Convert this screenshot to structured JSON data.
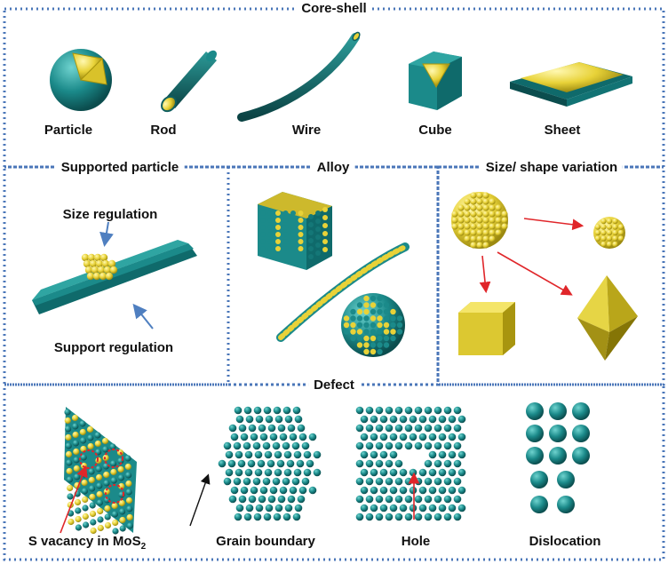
{
  "sections": {
    "core_shell": {
      "title": "Core-shell",
      "items": [
        "Particle",
        "Rod",
        "Wire",
        "Cube",
        "Sheet"
      ]
    },
    "supported_particle": {
      "title": "Supported particle",
      "labels": [
        "Size regulation",
        "Support regulation"
      ]
    },
    "alloy": {
      "title": "Alloy"
    },
    "size_shape": {
      "title": "Size/ shape variation"
    },
    "defect": {
      "title": "Defect",
      "items": {
        "s_vacancy_main": "S vacancy in MoS",
        "s_vacancy_sub": "2",
        "grain_boundary": "Grain boundary",
        "hole": "Hole",
        "dislocation": "Dislocation"
      }
    }
  },
  "colors": {
    "teal": "#1b8a8a",
    "teal_dark": "#0f5f60",
    "gold": "#e8d238",
    "gold_dark": "#b8a21a",
    "frame": "#4a76b8",
    "arrow_red": "#e0262a",
    "arrow_blue": "#4f7fc0"
  }
}
